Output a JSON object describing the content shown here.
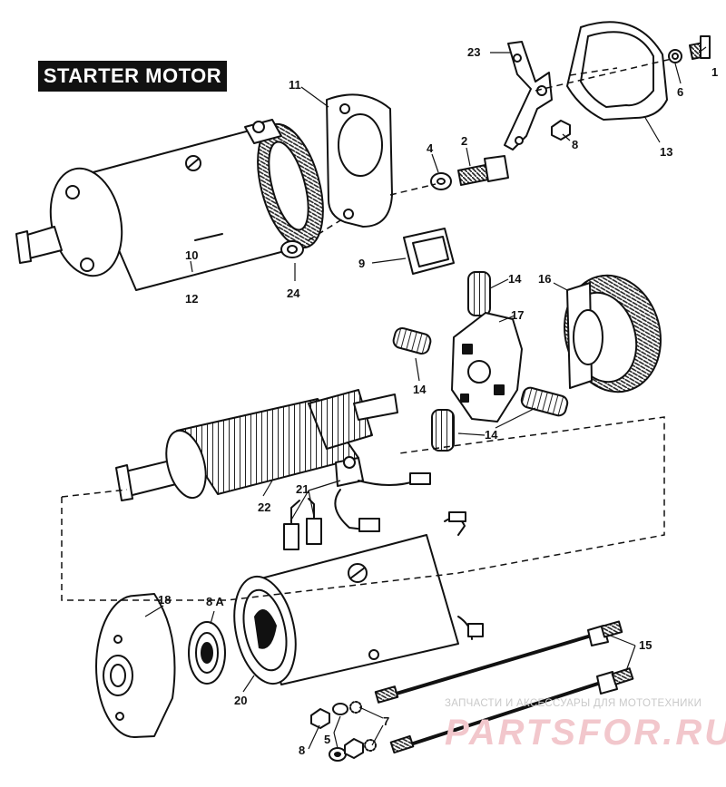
{
  "title": "STARTER MOTOR",
  "callouts": {
    "c1": "1",
    "c2": "2",
    "c4": "4",
    "c5": "5",
    "c6": "6",
    "c7": "7",
    "c8_top": "8",
    "c8_bottom": "8",
    "c8a": "8 A",
    "c9": "9",
    "c10": "10",
    "c11": "11",
    "c12": "12",
    "c13": "13",
    "c14_top": "14",
    "c14_left": "14",
    "c14_bottom": "14",
    "c15": "15",
    "c16": "16",
    "c17": "17",
    "c18": "18",
    "c20": "20",
    "c21": "21",
    "c22": "22",
    "c23": "23",
    "c24": "24"
  },
  "watermark": {
    "caption": "ЗАПЧАСТИ И АКСЕССУАРЫ ДЛЯ МОТОТЕХНИКИ",
    "brand": "PARTSFOR.RU"
  }
}
